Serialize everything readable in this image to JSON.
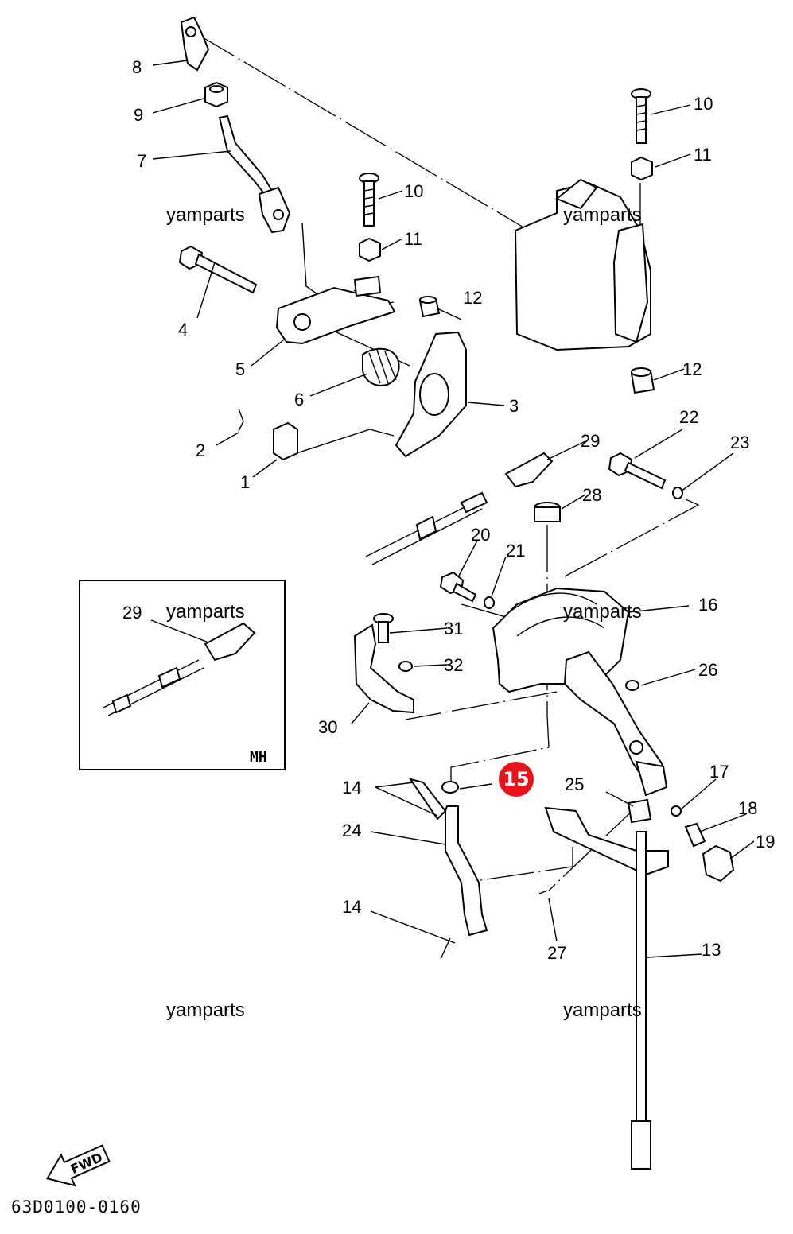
{
  "diagram": {
    "code": "63D0100-0160",
    "fwd_label": "FWD",
    "inset_label": "MH",
    "highlighted_callout": "15",
    "watermark": "yamparts",
    "callouts": {
      "c8": "8",
      "c9": "9",
      "c7": "7",
      "c10a": "10",
      "c11a": "11",
      "c4": "4",
      "c12a": "12",
      "c5": "5",
      "c6": "6",
      "c3": "3",
      "c2": "2",
      "c1": "1",
      "c10b": "10",
      "c11b": "11",
      "c12b": "12",
      "c22": "22",
      "c23": "23",
      "c29": "29",
      "c28": "28",
      "c20": "20",
      "c21": "21",
      "c16": "16",
      "c31": "31",
      "c32": "32",
      "c26": "26",
      "c30": "30",
      "c14a": "14",
      "c17": "17",
      "c25": "25",
      "c18": "18",
      "c24": "24",
      "c19": "19",
      "c14b": "14",
      "c27": "27",
      "c13": "13",
      "c29inset": "29"
    }
  }
}
